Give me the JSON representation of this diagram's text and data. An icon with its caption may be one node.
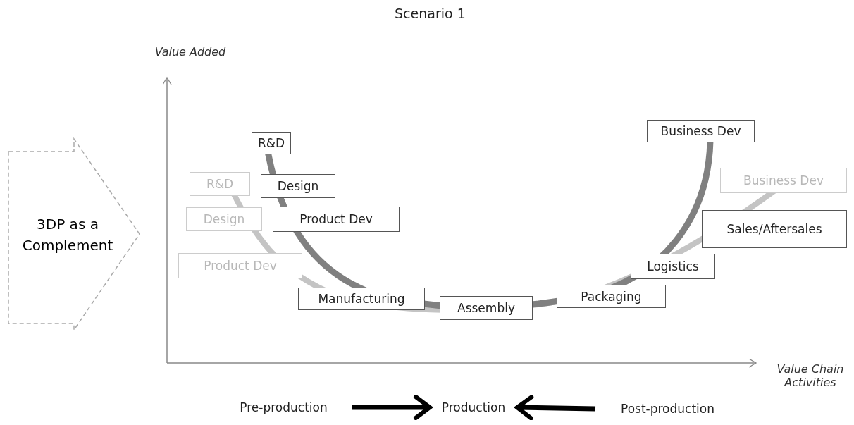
{
  "diagram": {
    "title": "Scenario 1",
    "nodes": [
      {
        "text": [
          "Business Dev"
        ]
      },
      {
        "text": [
          "R&D"
        ]
      },
      {
        "text": [
          "Business Dev"
        ]
      },
      {
        "text": [
          "R&D"
        ]
      },
      {
        "text": [
          "Design"
        ]
      },
      {
        "text": [
          "Design"
        ]
      },
      {
        "text": [
          "Product Dev"
        ]
      },
      {
        "text": [
          "Sales/Aftersales"
        ]
      },
      {
        "text": [
          "3DP as a Complement"
        ]
      },
      {
        "text": [
          "Product Dev"
        ]
      },
      {
        "text": [
          "Logistics"
        ]
      },
      {
        "text": [
          "Manufacturing"
        ]
      },
      {
        "text": [
          "Packaging"
        ]
      },
      {
        "text": [
          "Assembly"
        ]
      },
      {
        "text": [
          "Pre-production"
        ]
      },
      {
        "text": [
          "Production"
        ]
      },
      {
        "text": [
          "Post-production"
        ]
      }
    ],
    "edges": [
      {
        "from": 14,
        "to": 15,
        "arrow": "to"
      },
      {
        "from": 16,
        "to": 15,
        "arrow": "to"
      }
    ],
    "labels": [
      "Value Added",
      "Value Chain Activities"
    ]
  }
}
